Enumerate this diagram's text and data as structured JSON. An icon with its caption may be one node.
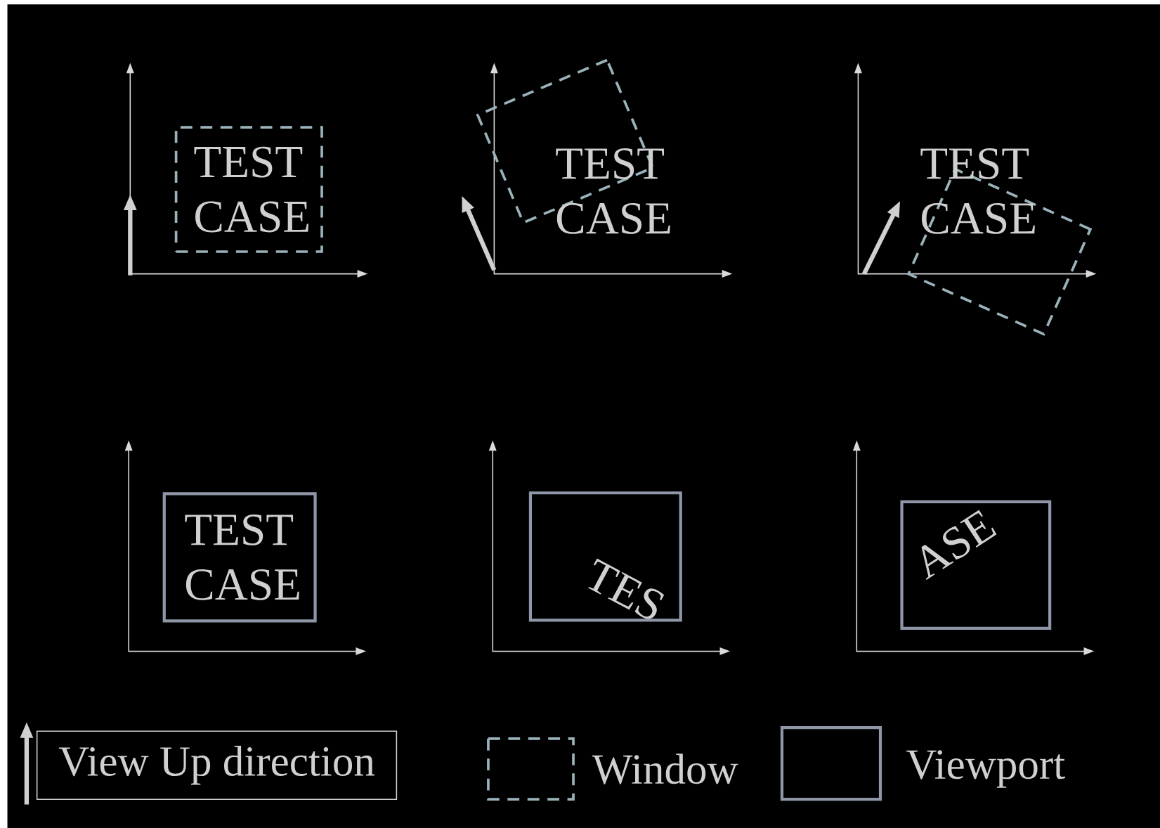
{
  "diagram": {
    "nodes": [
      {
        "text": [
          "TEST CASE"
        ]
      },
      {
        "text": [],
        "shape": "box"
      },
      {
        "text": [],
        "shape": "box"
      },
      {
        "text": [
          "TEST CASE"
        ]
      },
      {
        "text": [
          "TES"
        ]
      },
      {
        "text": [
          "ASE"
        ]
      }
    ],
    "labels": [
      "TEST CASE",
      "TEST CASE"
    ],
    "legend": [
      {
        "text": "View Up direction"
      },
      {
        "text": "Window"
      },
      {
        "text": "Viewport"
      }
    ]
  }
}
